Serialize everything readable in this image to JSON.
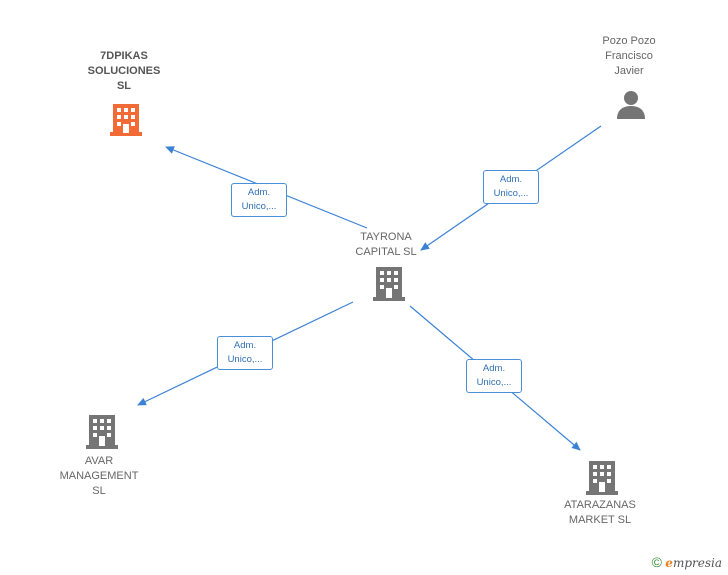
{
  "colors": {
    "edge": "#3b82d6",
    "company_icon": "#757575",
    "highlight_icon": "#f26a36",
    "person_icon": "#757575"
  },
  "nodes": {
    "center": {
      "label": "TAYRONA\nCAPITAL  SL",
      "icon": "building-icon"
    },
    "top_left": {
      "label": "7DPIKAS\nSOLUCIONES\nSL",
      "icon": "building-icon"
    },
    "top_right": {
      "label": "Pozo Pozo\nFrancisco\nJavier",
      "icon": "person-icon"
    },
    "bottom_left": {
      "label": "AVAR\nMANAGEMENT\nSL",
      "icon": "building-icon"
    },
    "bottom_right": {
      "label": "ATARAZANAS\nMARKET  SL",
      "icon": "building-icon"
    }
  },
  "edges": [
    {
      "line1": "Adm.",
      "line2": "Unico,..."
    },
    {
      "line1": "Adm.",
      "line2": "Unico,..."
    },
    {
      "line1": "Adm.",
      "line2": "Unico,..."
    },
    {
      "line1": "Adm.",
      "line2": "Unico,..."
    }
  ],
  "footer": {
    "copyright": "©",
    "brand_initial": "e",
    "brand_rest": "mpresia"
  }
}
